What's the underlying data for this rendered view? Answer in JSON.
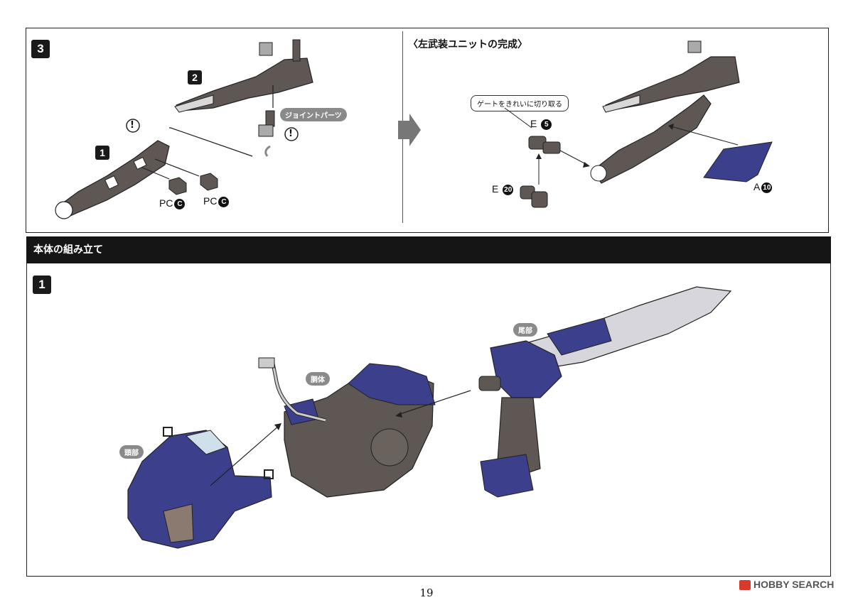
{
  "step3": {
    "number": "3",
    "sub2": "2",
    "sub1": "1",
    "joint_label": "ジョイントパーツ",
    "warning_mark": "!",
    "pc_label_1": "PC",
    "pc_code_1": "C",
    "pc_label_2": "PC",
    "pc_code_2": "C"
  },
  "completion": {
    "heading": "〈左武装ユニットの完成〉",
    "gate_note": "ゲートをきれいに切り取る",
    "e5_letter": "E",
    "e5_number": "5",
    "e20_letter": "E",
    "e20_number": "20",
    "a10_letter": "A",
    "a10_number": "10"
  },
  "body_section": {
    "title": "本体の組み立て",
    "step_number": "1",
    "label_tail": "尾部",
    "label_torso": "胴体",
    "label_head": "頭部"
  },
  "footer": {
    "page_number": "19",
    "watermark": "HOBBY SEARCH"
  },
  "colors": {
    "part_gray": "#5e5753",
    "armor_blue": "#3c3f8c",
    "panel_border": "#222222",
    "banner": "#151515"
  }
}
